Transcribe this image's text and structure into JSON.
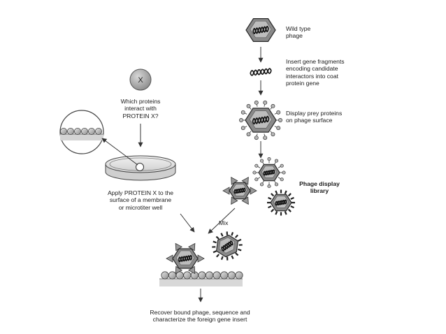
{
  "protein_x": {
    "symbol": "X",
    "question": [
      "Which proteins",
      "interact with",
      "PROTEIN X?"
    ]
  },
  "right_labels": {
    "wild_type": [
      "Wild type",
      "phage"
    ],
    "insert": [
      "Insert gene fragments",
      "encoding candidate",
      "interactors into coat",
      "protein gene"
    ],
    "display": [
      "Display prey proteins",
      "on phage surface"
    ],
    "library": [
      "Phage display",
      "library"
    ]
  },
  "apply": [
    "Apply PROTEIN X to the",
    "surface of a membrane",
    "or microtiter well"
  ],
  "mix": "Mix",
  "recover": [
    "Recover bound phage, sequence and",
    "characterize the foreign gene insert"
  ],
  "colors": {
    "phage_fill": "#8a8a8a",
    "phage_light": "#bdbdbd",
    "protein_fill": "#b8b8b8",
    "line": "#333333",
    "membrane": "#d9d9d9"
  }
}
